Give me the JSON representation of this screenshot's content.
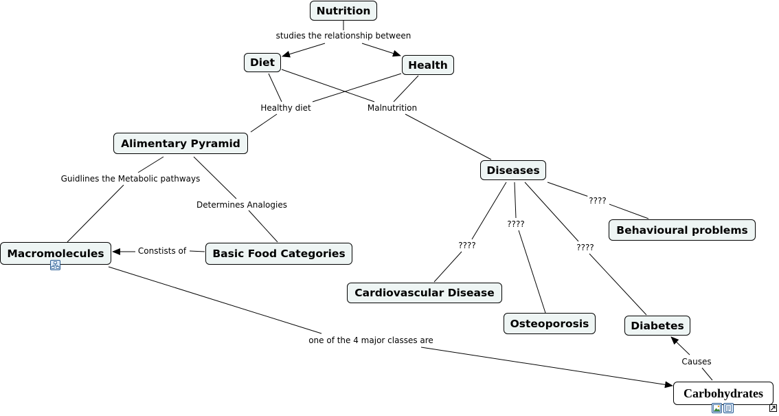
{
  "nodes": {
    "nutrition": "Nutrition",
    "diet": "Diet",
    "health": "Health",
    "alimentary_pyramid": "Alimentary Pyramid",
    "diseases": "Diseases",
    "macromolecules": "Macromolecules",
    "basic_food_categories": "Basic Food Categories",
    "behavioural_problems": "Behavioural problems",
    "cardiovascular_disease": "Cardiovascular Disease",
    "osteoporosis": "Osteoporosis",
    "diabetes": "Diabetes",
    "carbohydrates": "Carbohydrates"
  },
  "links": {
    "studies": "studies the relationship between",
    "healthy_diet": "Healthy diet",
    "malnutrition": "Malnutrition",
    "guidelines": "Guidlines the Metabolic pathways",
    "determines": "Determines Analogies",
    "consists": "Constists of",
    "major_classes": "one of the 4 major classes are",
    "q_behavioural": "????",
    "q_cardio": "????",
    "q_osteo": "????",
    "q_diabetes": "????",
    "causes": "Causes"
  },
  "icons": {
    "macromolecules": "concept-map-icon",
    "carbohydrates_1": "image-icon",
    "carbohydrates_2": "document-icon",
    "carbohydrates_expand": "expand-arrow-icon"
  },
  "colors": {
    "node_fill": "#eef5f4",
    "icon_fill": "#dbe8f6",
    "icon_border": "#2b5d93"
  }
}
